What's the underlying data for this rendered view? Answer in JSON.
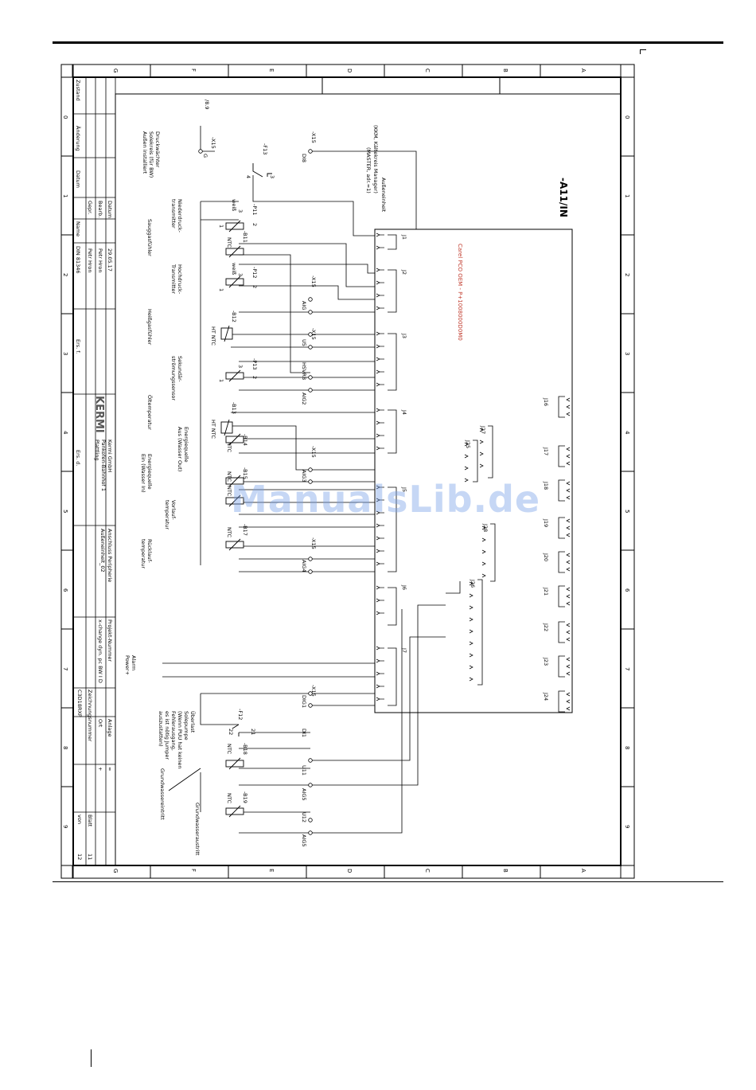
{
  "watermark": "ManualsLib.de",
  "sheet": {
    "column_numbers": [
      "0",
      "1",
      "2",
      "3",
      "4",
      "5",
      "6",
      "7",
      "8",
      "9"
    ],
    "row_letters": [
      "A",
      "B",
      "C",
      "D",
      "E",
      "F",
      "G"
    ]
  },
  "controller": {
    "tag": "-A11/IN",
    "model": "Carel PCO OEM - P+1008000D0M0",
    "left_connectors": [
      "J1",
      "J2",
      "J3",
      "J4",
      "J5",
      "J6",
      "J7"
    ],
    "right_connectors": [
      "J16",
      "J17",
      "J18",
      "J19",
      "J20",
      "J21",
      "J22",
      "J23",
      "J24"
    ],
    "inner_connectors": [
      "J27",
      "J25",
      "J28",
      "J26"
    ]
  },
  "outdoor_unit": {
    "title": "Außeneinheit",
    "line2": "(KKM, Kältekreis Manager)",
    "line3": "(MASTER, adr.=1)"
  },
  "terminals": {
    "x15_label": "-X15",
    "db": "DI8",
    "aig": "AIG",
    "u5": "U5",
    "hsvr8": "HSVR8",
    "aig2": "AIG2",
    "aig3": "AIG3",
    "aig4": "AIG4",
    "dig1": "DIG1",
    "di1": "DI1",
    "u11": "U11",
    "aig5a": "AIG5",
    "u12": "U12",
    "aig5b": "AIG5",
    "g": "G"
  },
  "components": {
    "f13": "-F13",
    "f13_pins": [
      "3",
      "4"
    ],
    "p11": "-P11",
    "b11": "-B11",
    "p12": "-P12",
    "b12": "-B12",
    "p13": "-P13",
    "b13": "-B13",
    "b14": "-B14",
    "b15": "-B15",
    "b17": "-B17",
    "f12": "-F12",
    "f12_pins": [
      "21",
      "22"
    ],
    "b18": "-B18",
    "b19": "-B19",
    "ntc": "NTC",
    "ht_ntc": "HT NTC",
    "weiss": "weiß",
    "pins": [
      "1",
      "2",
      "3"
    ]
  },
  "labels": {
    "ref": "/8.9",
    "druckwaechter": [
      "Druckwächter",
      "Solekreis (für BW)",
      "Außen installiert"
    ],
    "niederdruck": [
      "Niederdruck-",
      "transmitter"
    ],
    "sauggas": [
      "Sauggasfühler"
    ],
    "hochdruck": [
      "Hochdruck-",
      "Transmitter"
    ],
    "heissgas": [
      "Heißgasfühler"
    ],
    "sekundaer": [
      "Sekundär-",
      "strömungssensor"
    ],
    "oeltemp": [
      "Öltemperatur"
    ],
    "energie_aus": [
      "Energiequelle",
      "Aus (Wasser Out)"
    ],
    "energie_ein": [
      "Energiequelle",
      "Ein (Wasser In)"
    ],
    "vorlauf": [
      "Vorlauf-",
      "temperatur"
    ],
    "ruecklauf": [
      "Rücklauf-",
      "temperatur"
    ],
    "alarm": [
      "Alarm",
      "Power+"
    ],
    "ueberlast": [
      "Überlast",
      "Solepumpe",
      "(Wenn PUU hat keinen",
      "Fehlerausgang,",
      "es ist nötig Jumper",
      "auszustatten)"
    ],
    "grund_ein": [
      "Grundwassereintritt"
    ],
    "grund_aus": [
      "Grundwasseraustritt"
    ]
  },
  "title_block": {
    "zustand": "Zustand",
    "aenderung": "Änderung",
    "datum_col": "Datum",
    "name_col": "Name",
    "datum": "Datum",
    "datum_val": "29.05.17",
    "bearb": "Bearb.",
    "bearb_val": "Petr Hron",
    "gepr": "Gepr.",
    "gepr_val": "Petr Hron",
    "norm": "Norm",
    "norm_val": "DIN 81346",
    "ers_f": "Ers. f.",
    "ers_d": "Ers. d.",
    "company_logo": "KERMI",
    "company": [
      "Kermi GmbH",
      "Pankofen-Bahnhof 1",
      "Plattling"
    ],
    "title": [
      "Anschluss Peripherie",
      "Außeneinheit_02"
    ],
    "projekt_label": "Projekt-Nummer",
    "projekt_val": "x-change dyn. pc BW I D",
    "zeichnung_label": "Zeichnungsnummer",
    "zeichnung_val": "C3D18RXP",
    "anlage": "Anlage",
    "anlage_val": "=",
    "ort": "Ort",
    "ort_val": "+",
    "blatt": "Blatt",
    "blatt_val": "11",
    "von": "von",
    "von_val": "12"
  }
}
